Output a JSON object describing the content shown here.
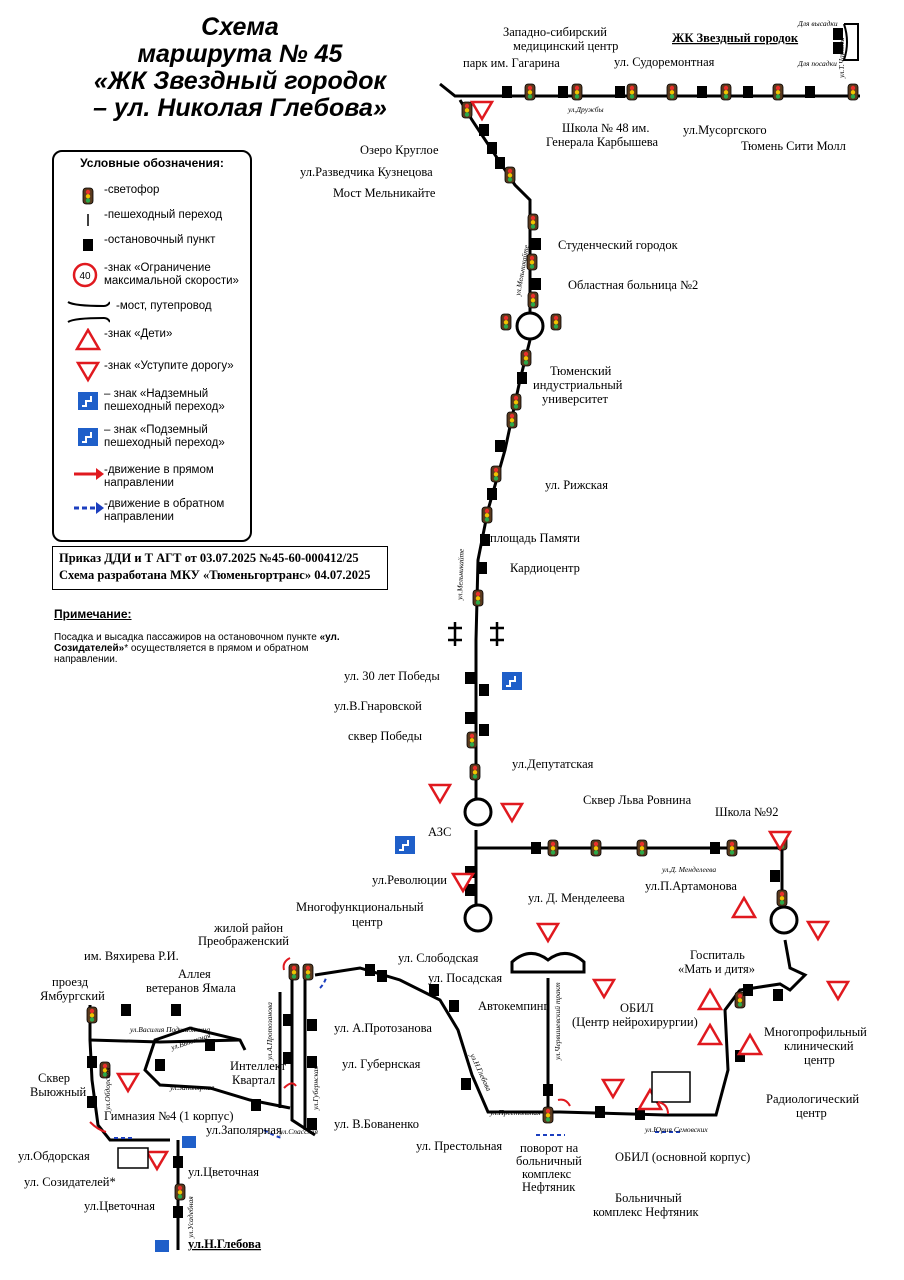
{
  "title": {
    "line1": "Схема",
    "line2": "маршрута № 45",
    "line3": "«ЖК Звездный городок",
    "line4": "– ул. Николая Глебова»"
  },
  "legend": {
    "title": "Условные обозначения:",
    "items": [
      {
        "icon": "traffic-light-icon",
        "label": "-светофор"
      },
      {
        "icon": "crosswalk-icon",
        "label": "-пешеходный переход"
      },
      {
        "icon": "bus-stop-icon",
        "label": "-остановочный пункт"
      },
      {
        "icon": "speed-limit-icon",
        "label": "-знак «Ограничение максимальной скорости»",
        "value": "40"
      },
      {
        "icon": "bridge-icon",
        "label": "-мост, путепровод"
      },
      {
        "icon": "children-sign-icon",
        "label": "-знак «Дети»"
      },
      {
        "icon": "yield-sign-icon",
        "label": "-знак «Уступите дорогу»"
      },
      {
        "icon": "overpass-crossing-icon",
        "label": "– знак «Надземный пешеходный переход»"
      },
      {
        "icon": "underpass-crossing-icon",
        "label": "– знак «Подземный пешеходный переход»"
      },
      {
        "icon": "forward-arrow-icon",
        "label": "-движение в прямом направлении"
      },
      {
        "icon": "reverse-arrow-icon",
        "label": "-движение в обратном направлении"
      }
    ]
  },
  "order": {
    "line1": "Приказ ДДИ и Т АГТ от 03.07.2025 №45-60-000412/25",
    "line2": "Схема разработана МКУ «Тюменьгортранс» 04.07.2025"
  },
  "note": {
    "title": "Примечание:",
    "text_pre": "Посадка и высадка пассажиров на остановочном пункте ",
    "text_bold": "«ул. Созидателей»",
    "text_post": "* осуществляется в прямом и обратном направлении."
  },
  "labels": {
    "zk": "ЖК Звездный городок",
    "vysadka": "Для высадки",
    "posadka": "Для посадки",
    "chertova": "ул.Т.Чаркова",
    "zsmc1": "Западно-сибирский",
    "zsmc2": "медицинский центр",
    "gagarina": "парк им. Гагарина",
    "sudoremontnaya": "ул. Судоремонтная",
    "druzhby": "ул.Дружбы",
    "shkola48_1": "Школа № 48 им.",
    "shkola48_2": "Генерала Карбышева",
    "musorgskogo": "ул.Мусоргского",
    "citymall": "Тюмень Сити Молл",
    "ozero": "Озеро Круглое",
    "kuznetsova": "ул.Разведчика Кузнецова",
    "most": "Мост Мельникайте",
    "melnikaite": "ул.Мельникайте",
    "studgorodok": "Студенческий городок",
    "bolnitsa2": "Областная больница №2",
    "tiu1": "Тюменский",
    "tiu2": "индустриальный",
    "tiu3": "университет",
    "rizhskaya": "ул. Рижская",
    "ploshchad": "площадь Памяти",
    "kardio": "Кардиоцентр",
    "melnikaite2": "ул.Мельникайте",
    "pobedy30": "ул. 30 лет Победы",
    "gnarovskoy": "ул.В.Гнаровской",
    "skver": "сквер Победы",
    "deputatskaya": "ул.Депутатская",
    "azs": "АЗС",
    "revolyutsii": "ул.Революции",
    "rovnina": "Сквер Льва Ровнина",
    "shkola92": "Школа №92",
    "mendeleeva_s": "ул.Д. Менделеева",
    "mendeleeva": "ул. Д. Менделеева",
    "artamonova": "ул.П.Артамонова",
    "mfc1": "Многофункциональный",
    "mfc2": "центр",
    "preobr1": "жилой район",
    "preobr2": "Преображенский",
    "vyakhireva": "им. Вяхирева Р.И.",
    "alleya1": "Аллея",
    "alleya2": "ветеранов Ямала",
    "yamburg1": "проезд",
    "yamburg2": "Ямбургский",
    "slobodskaya": "ул. Слободская",
    "posadskaya": "ул. Посадская",
    "avtokemping": "Автокемпинг",
    "obil1": "ОБИЛ",
    "obil2": "(Центр нейрохирургии)",
    "gospital1": "Госпиталь",
    "gospital2": "«Мать и дитя»",
    "mkc1": "Многопрофильный",
    "mkc2": "клинический",
    "mkc3": "центр",
    "radio1": "Радиологический",
    "radio2": "центр",
    "protozanova": "ул. А.Протозанова",
    "gubernskaya": "ул. Губернская",
    "intellekt1": "Интеллект",
    "intellekt2": "Квартал",
    "skver_v1": "Сквер",
    "skver_v2": "Выюжный",
    "gimnaziya": "Гимназия №4 (1 корпус)",
    "zapolyarnaya": "ул.Заполярная",
    "bovanenko": "ул. В.Бованенко",
    "prestolnaya": "ул. Престольная",
    "povorot1": "поворот на",
    "povorot2": "больничный",
    "povorot3": "комплекс",
    "povorot4": "Нефтяник",
    "obil_osn": "ОБИЛ (основной корпус)",
    "bk1": "Больничный",
    "bk2": "комплекс Нефтяник",
    "obdorskaya": "ул.Обдорская",
    "sozidateley": "ул. Созидателей*",
    "tsvetochnaya1": "ул.Цветочная",
    "tsvetochnaya2": "ул.Цветочная",
    "glebova": "ул.Н.Глебова",
    "s_vasiliya": "ул.Василия Подшибякина",
    "s_vyuzhnaya": "ул.Выюжная",
    "s_zapolyarnaya": "ул.Заполярная",
    "s_protozanova": "ул.А.Протозанова",
    "s_gubernskaya": "ул.Губернская",
    "s_spasskaya": "ул.Спасская",
    "s_obdorskaya": "ул.Обдорская",
    "s_glebova": "ул.Н.Глебова",
    "s_usadebnaya": "ул.Усадебная",
    "s_prestolnaya": "ул.Престольная",
    "s_chervishevsky": "ул.Червишевский тракт",
    "s_semovskikh": "ул.Юрия Семовских",
    "s_mendeleeva": "ул.Д.Менделеева"
  },
  "colors": {
    "forward": "#e0191f",
    "reverse": "#1c3fbf",
    "sign_blue": "#1f5fc9"
  }
}
